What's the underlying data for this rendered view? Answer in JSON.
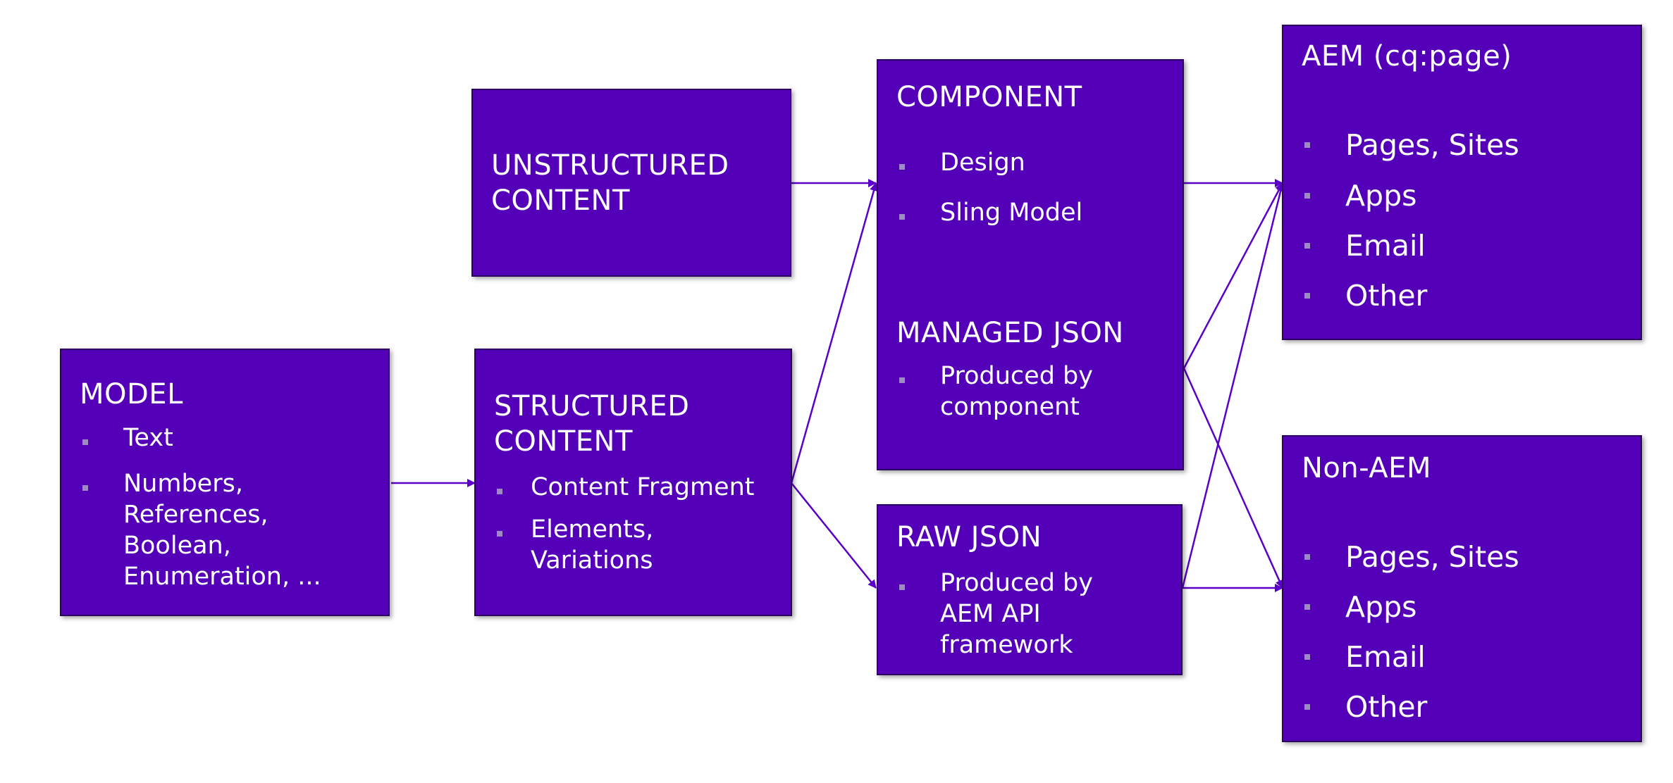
{
  "colors": {
    "box_fill": "#5400b8",
    "box_border": "#2b005e",
    "arrow": "#5a00c8",
    "text": "#ffffff",
    "bullet": "#9f8bc4"
  },
  "boxes": {
    "model": {
      "title": "MODEL",
      "items": [
        "Text",
        "Numbers,\nReferences,\nBoolean,\nEnumeration, ..."
      ]
    },
    "unstructured": {
      "title": "UNSTRUCTURED\nCONTENT"
    },
    "structured": {
      "title": "STRUCTURED\nCONTENT",
      "items": [
        "Content Fragment",
        "Elements,\nVariations"
      ]
    },
    "component": {
      "title": "COMPONENT",
      "items": [
        "Design",
        "Sling Model"
      ],
      "managed_title": "MANAGED JSON",
      "managed_items": [
        "Produced by\ncomponent"
      ]
    },
    "raw": {
      "title": "RAW JSON",
      "items": [
        "Produced by\nAEM API\nframework"
      ]
    },
    "aem": {
      "title": "AEM (cq:page)",
      "items": [
        "Pages, Sites",
        "Apps",
        "Email",
        "Other"
      ]
    },
    "nonaem": {
      "title": "Non-AEM",
      "items": [
        "Pages, Sites",
        "Apps",
        "Email",
        "Other"
      ]
    }
  }
}
